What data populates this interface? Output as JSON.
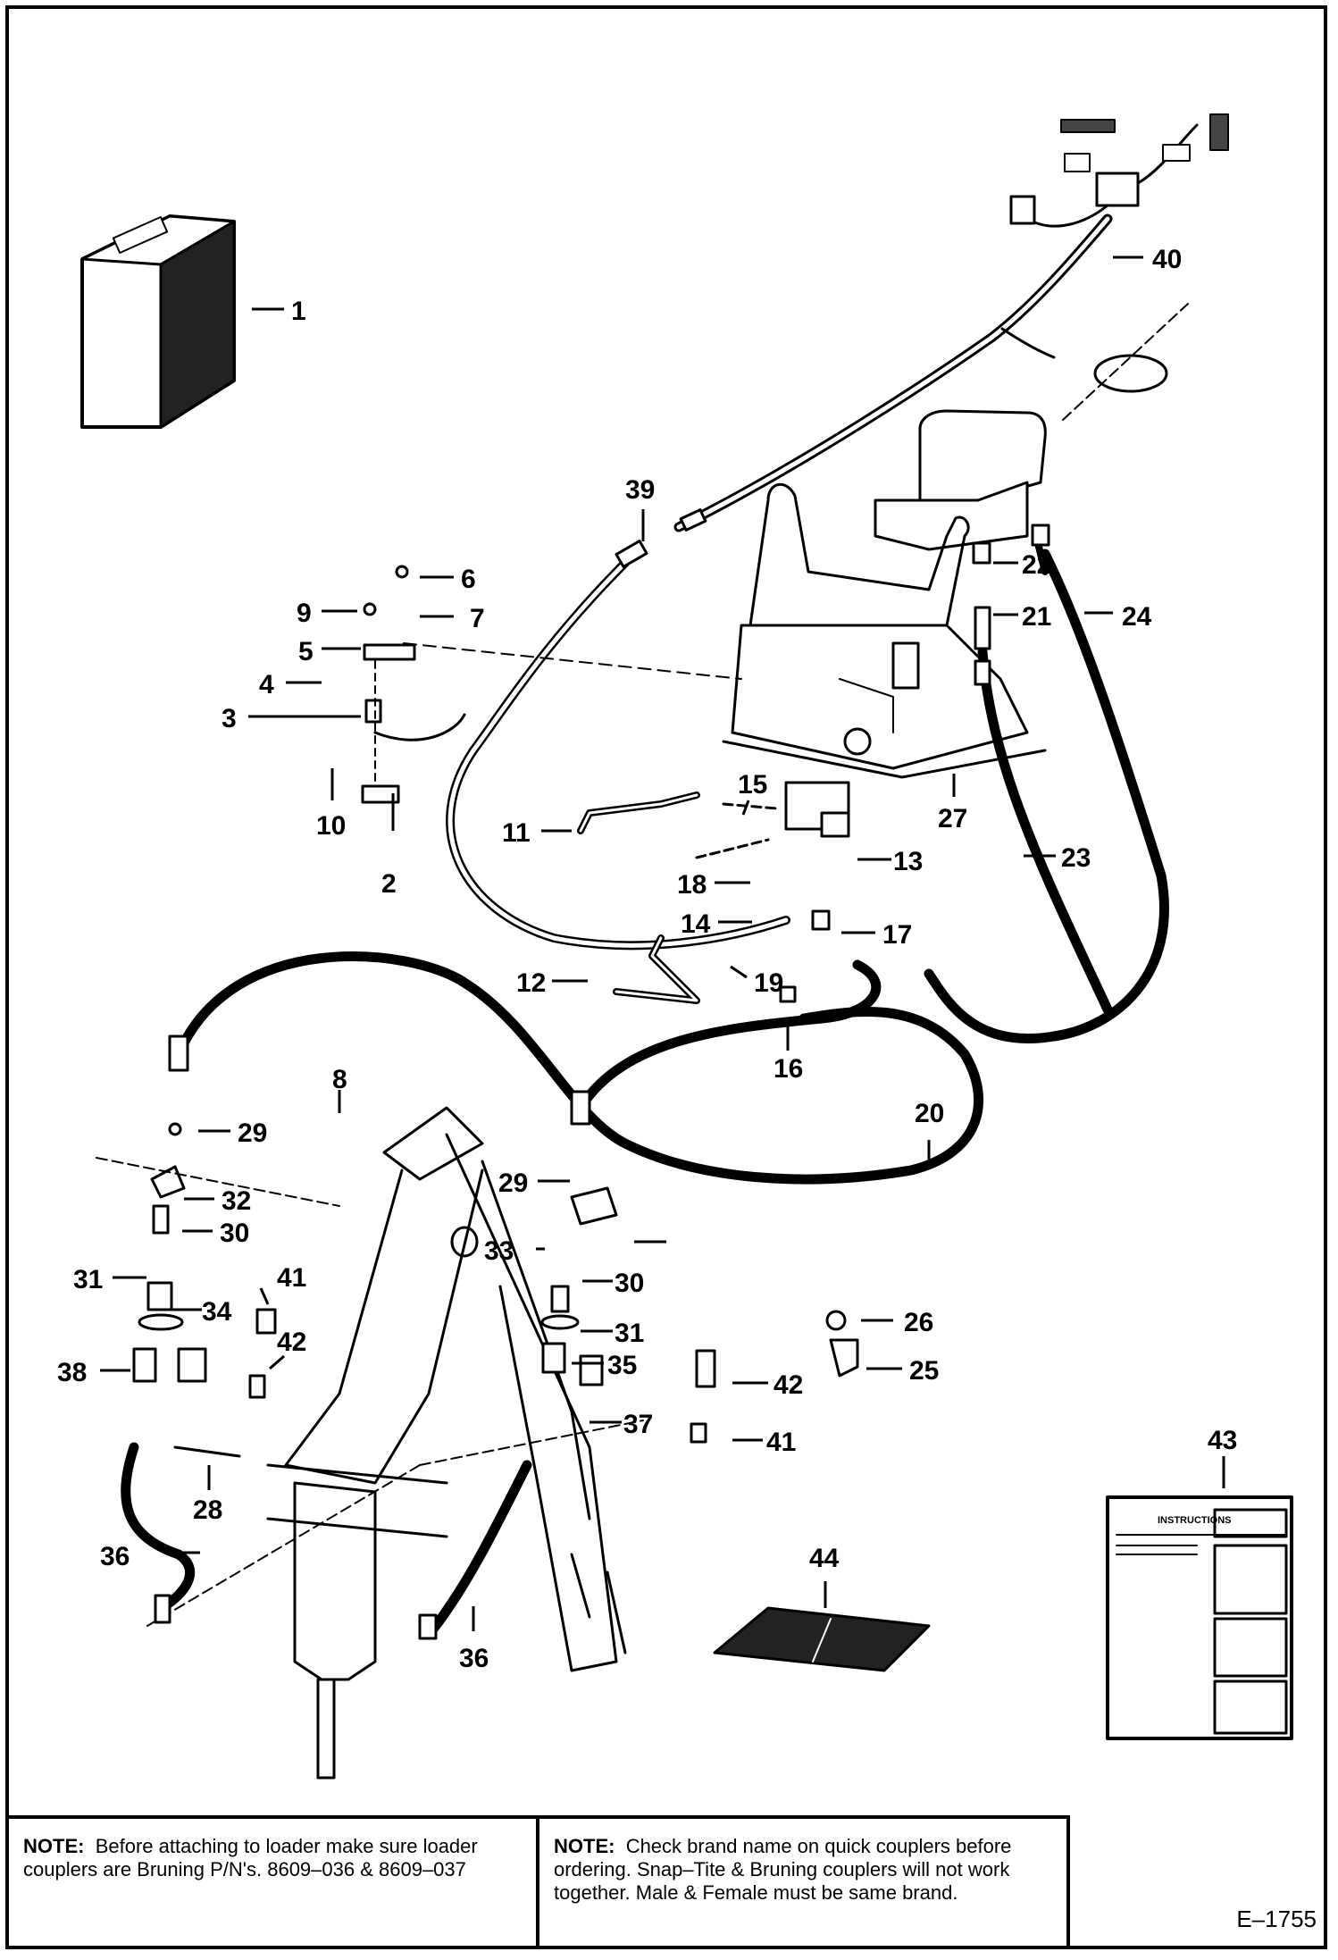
{
  "callouts": [
    "1",
    "2",
    "3",
    "4",
    "5",
    "6",
    "7",
    "8",
    "9",
    "10",
    "11",
    "12",
    "13",
    "14",
    "15",
    "16",
    "17",
    "18",
    "19",
    "20",
    "21",
    "22",
    "23",
    "24",
    "25",
    "26",
    "27",
    "28",
    "29",
    "30",
    "31",
    "32",
    "33",
    "34",
    "35",
    "36",
    "37",
    "38",
    "39",
    "40",
    "41",
    "42",
    "43",
    "44"
  ],
  "instruction_sheet": {
    "heading": "INSTRUCTIONS"
  },
  "notes": [
    {
      "label": "NOTE:",
      "text": "Before attaching to loader make sure loader couplers are Bruning P/N's. 8609–036 & 8609–037"
    },
    {
      "label": "NOTE:",
      "text": "Check brand name on quick couplers before ordering. Snap–Tite & Bruning couplers will not work together. Male & Female must be same brand."
    }
  ],
  "figure_code": "E–1755"
}
